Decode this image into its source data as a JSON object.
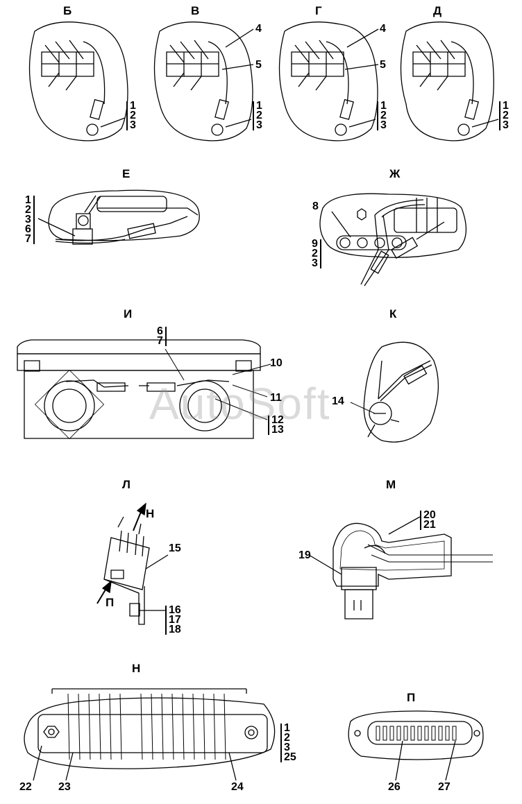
{
  "views": {
    "b": "Б",
    "v": "В",
    "g": "Г",
    "d": "Д",
    "e": "Е",
    "zh": "Ж",
    "i": "И",
    "k": "К",
    "l": "Л",
    "m": "М",
    "n": "Н",
    "p": "П"
  },
  "arrows": {
    "n": "Н",
    "p": "П"
  },
  "callouts": {
    "b_stack": [
      "1",
      "2",
      "3"
    ],
    "v_4": "4",
    "v_5": "5",
    "v_stack": [
      "1",
      "2",
      "3"
    ],
    "g_4": "4",
    "g_5": "5",
    "g_stack": [
      "1",
      "2",
      "3"
    ],
    "d_stack": [
      "1",
      "2",
      "3"
    ],
    "e_stack": [
      "1",
      "2",
      "3",
      "6",
      "7"
    ],
    "zh_8": "8",
    "zh_stack": [
      "9",
      "2",
      "3"
    ],
    "i_67": [
      "6",
      "7"
    ],
    "i_10": "10",
    "i_11": "11",
    "i_stack": [
      "12",
      "13"
    ],
    "k_14": "14",
    "l_15": "15",
    "l_stack": [
      "16",
      "17",
      "18"
    ],
    "m_19": "19",
    "m_stack": [
      "20",
      "21"
    ],
    "n_22": "22",
    "n_23": "23",
    "n_24": "24",
    "n_stack": [
      "1",
      "2",
      "3",
      "25"
    ],
    "p_26": "26",
    "p_27": "27"
  },
  "watermark": "AutoSoft"
}
